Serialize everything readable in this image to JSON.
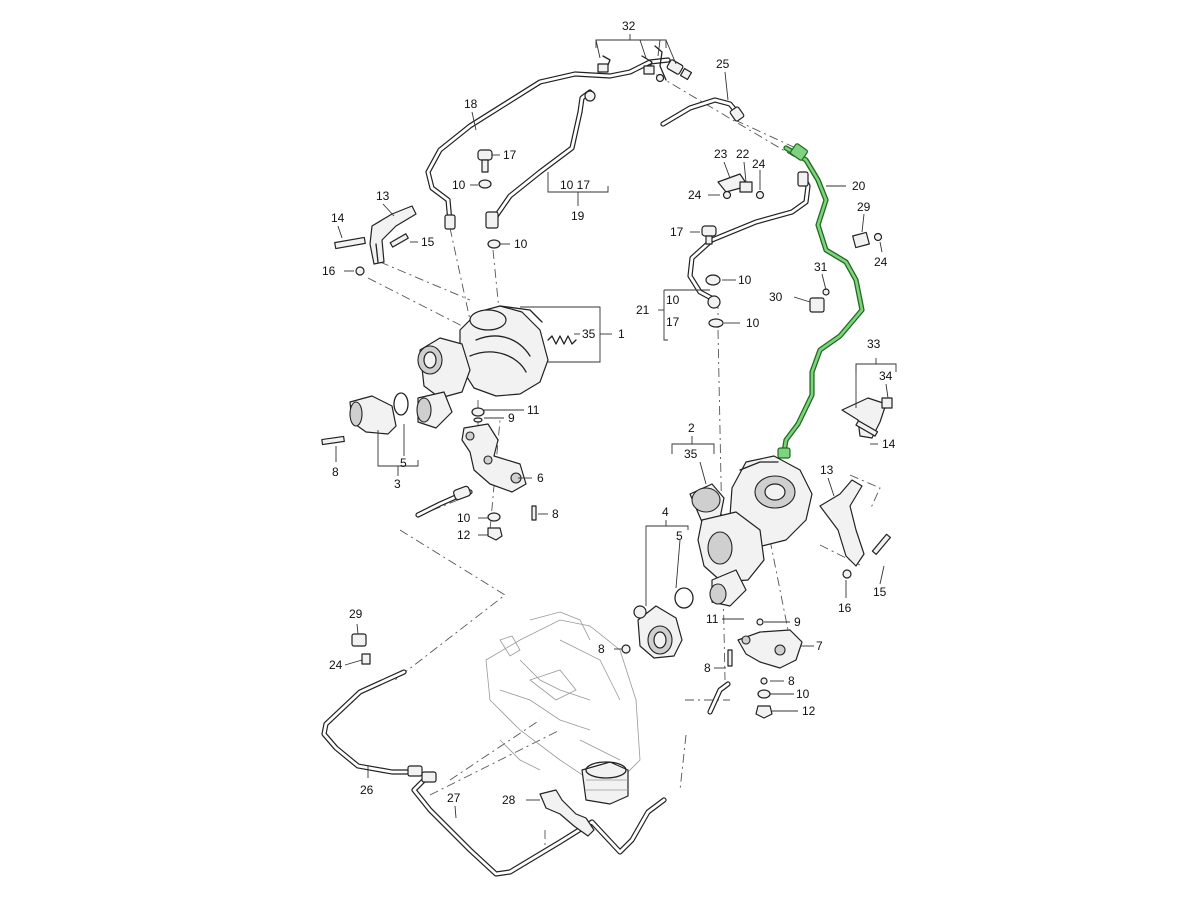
{
  "diagram": {
    "highlight_color": "#2f8f2f",
    "line_color": "#222222",
    "callouts": {
      "c32": "32",
      "c25": "25",
      "c18": "18",
      "c17a": "17",
      "c10a": "10",
      "c10_17a": "10 17",
      "c19": "19",
      "c10b": "10",
      "c23": "23",
      "c22": "22",
      "c24a": "24",
      "c24b": "24",
      "c20": "20",
      "c29a": "29",
      "c24c": "24",
      "c17b": "17",
      "c10c": "10",
      "c21": "21",
      "c10d": "10",
      "c17c": "17",
      "c10e": "10",
      "c31": "31",
      "c30": "30",
      "c13a": "13",
      "c14a": "14",
      "c15a": "15",
      "c16a": "16",
      "c35a": "35",
      "c1": "1",
      "c9a": "9",
      "c11a": "11",
      "c8a": "8",
      "c5a": "5",
      "c3": "3",
      "c6": "6",
      "c10f": "10",
      "c12a": "12",
      "c8b": "8",
      "c33": "33",
      "c34": "34",
      "c14b": "14",
      "c2": "2",
      "c35b": "35",
      "c13b": "13",
      "c15b": "15",
      "c16b": "16",
      "c4": "4",
      "c5b": "5",
      "c11b": "11",
      "c9b": "9",
      "c8c": "8",
      "c7": "7",
      "c8d": "8",
      "c8e": "8",
      "c10g": "10",
      "c12b": "12",
      "c29b": "29",
      "c24d": "24",
      "c26": "26",
      "c27": "27",
      "c28": "28"
    }
  }
}
